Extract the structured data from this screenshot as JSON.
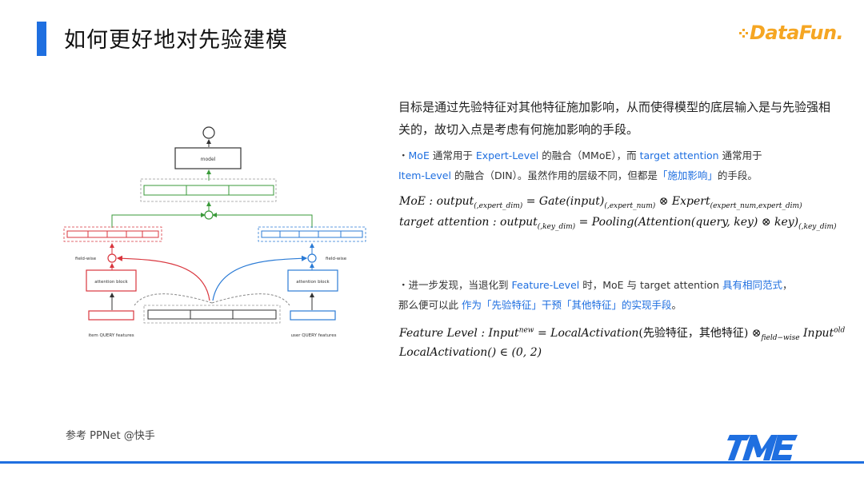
{
  "header": {
    "title": "如何更好地对先验建模",
    "logo_text": "DataFun.",
    "accent_color": "#1f6fe0",
    "logo_color": "#f5a623"
  },
  "intro": "目标是通过先验特征对其他特征施加影响，从而使得模型的底层输入是与先验强相关的，故切入点是考虑有何施加影响的手段。",
  "point1": {
    "bullet": "・",
    "moe": "MoE",
    "t1": " 通常用于 ",
    "expert_level": "Expert-Level",
    "t2": " 的融合（MMoE），而 ",
    "target_attention": "target attention",
    "t3": " 通常用于 ",
    "item_level": "Item-Level",
    "t4": " 的融合（DIN）。虽然作用的层级不同，但都是",
    "highlight": "「施加影响」",
    "t5": "的手段。"
  },
  "formulas": {
    "f1": "MoE : output(,expert_dim) = Gate(input)(,expert_num) ⊗ Expert(expert_num,expert_dim)",
    "f2": "target attention : output(,key_dim) = Pooling(Attention(query, key) ⊗ key)(,key_dim)",
    "f3": "Feature Level : Input^new = LocalActivation(先验特征，其他特征) ⊗field−wise Input^old",
    "f4": "LocalActivation() ∈ (0, 2)"
  },
  "point2": {
    "bullet": "・",
    "t1": "进一步发现，当退化到 ",
    "feature_level": "Feature-Level",
    "t2": " 时，MoE 与 target attention ",
    "same_paradigm": "具有相同范式",
    "t3": "，",
    "t4": "那么便可以此 ",
    "usage": "作为「先验特征」干预「其他特征」的实现手段",
    "t5": "。"
  },
  "diagram": {
    "model_label": "model",
    "field_wise_left": "field-wise",
    "field_wise_right": "field-wise",
    "attention_left": "attention block",
    "attention_right": "attention block",
    "item_features": "item QUERY features",
    "user_features": "user QUERY features",
    "colors": {
      "red": "#d9363e",
      "blue": "#2b7bd6",
      "green": "#3a9a3a",
      "dark": "#333333"
    }
  },
  "footnote": "参考 PPNet @快手"
}
